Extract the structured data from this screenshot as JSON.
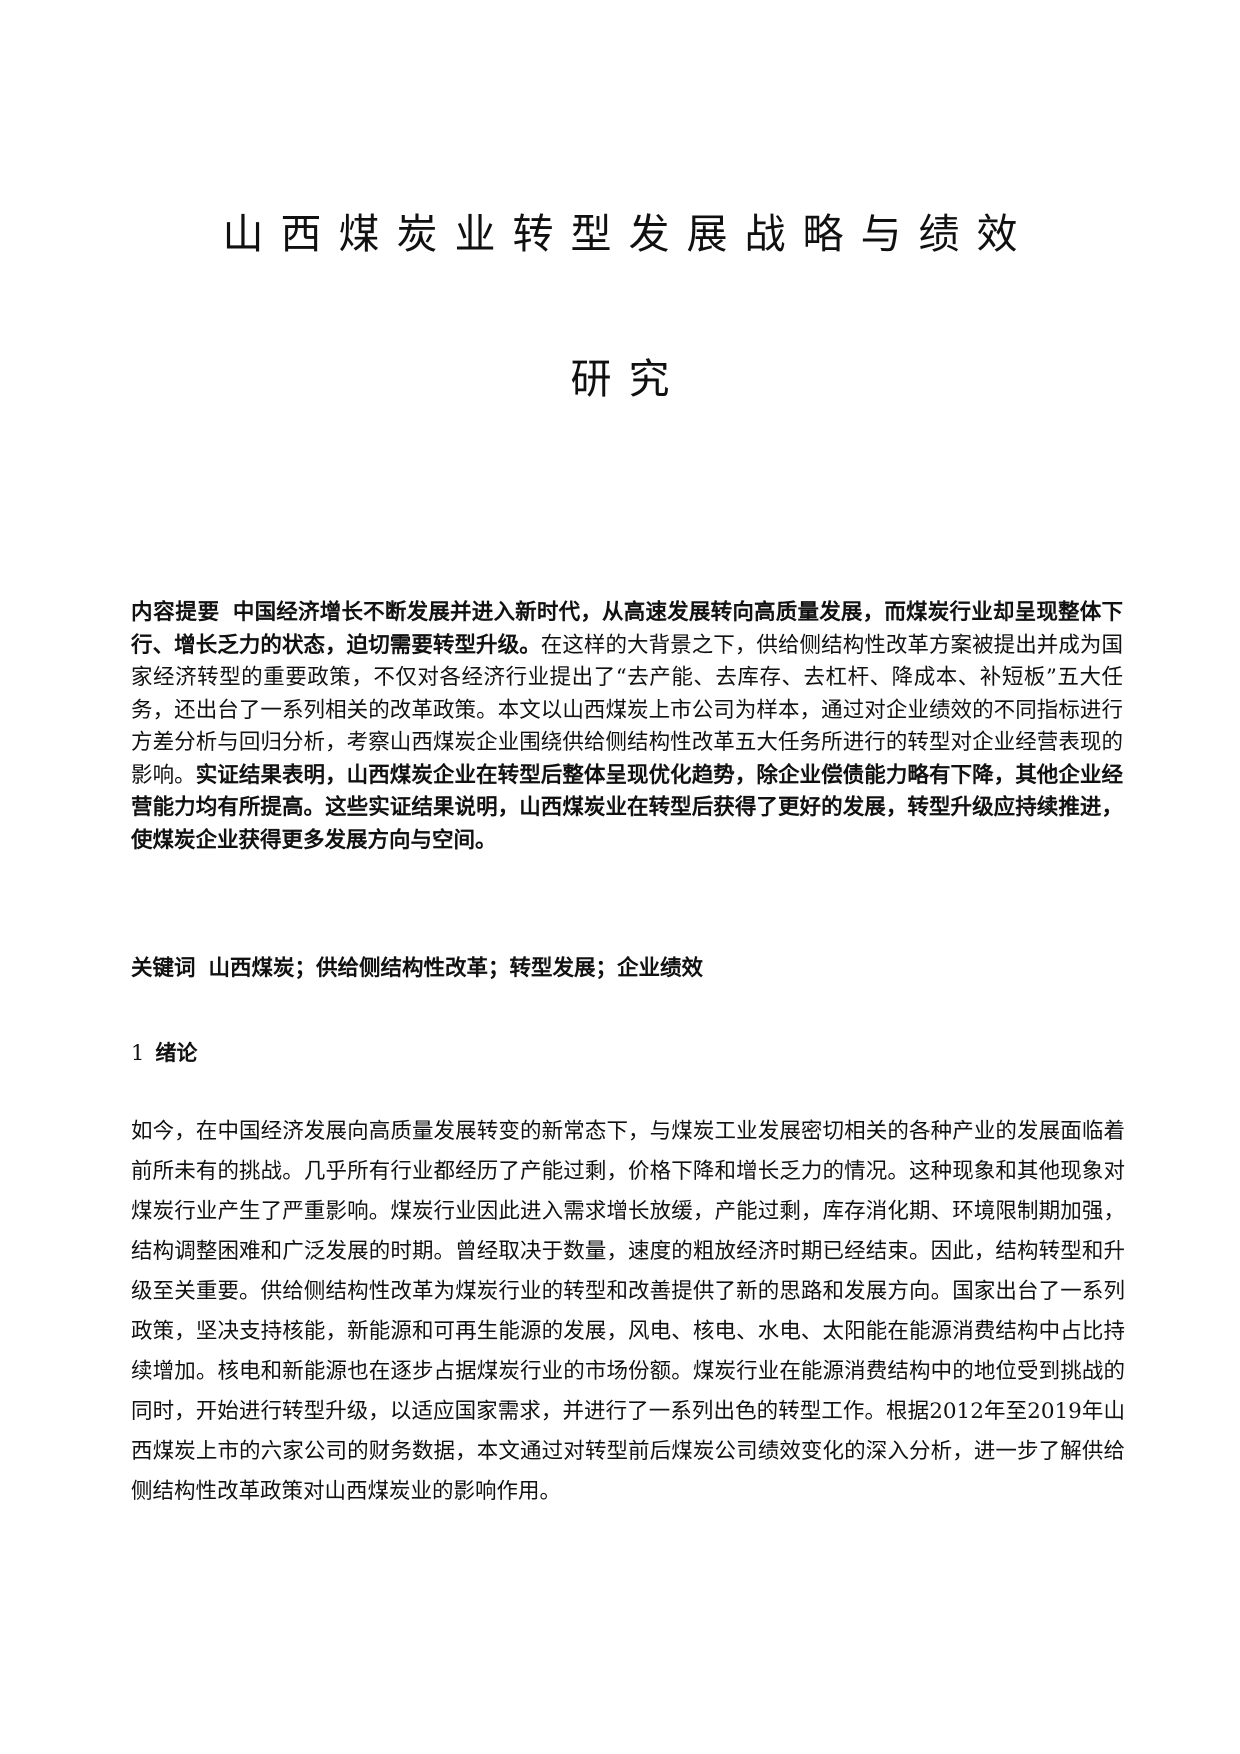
{
  "document": {
    "title_lines": [
      "山西煤炭业转型发展战略与绩效",
      "研究"
    ],
    "abstract": {
      "label": "内容提要",
      "bold_part_1": "中国经济增长不断发展并进入新时代，从高速发展转向高质量发展，而煤炭行业却呈现整体下行、增长乏力的状态，迫切需要转型升级。",
      "normal_part": "在这样的大背景之下，供给侧结构性改革方案被提出并成为国家经济转型的重要政策，不仅对各经济行业提出了“去产能、去库存、去杠杆、降成本、补短板”五大任务，还出台了一系列相关的改革政策。本文以山西煤炭上市公司为样本，通过对企业绩效的不同指标进行方差分析与回归分析，考察山西煤炭企业围绕供给侧结构性改革五大任务所进行的转型对企业经营表现的影响。",
      "bold_part_2": "实证结果表明，山西煤炭企业在转型后整体呈现优化趋势，除企业偿债能力略有下降，其他企业经营能力均有所提高。这些实证结果说明，山西煤炭业在转型后获得了更好的发展，转型升级应持续推进，使煤炭企业获得更多发展方向与空间。"
    },
    "keywords": {
      "label": "关键词",
      "value": "山西煤炭；供给侧结构性改革；转型发展；企业绩效"
    },
    "section": {
      "number": "1",
      "title": "绪论"
    },
    "body": {
      "paragraph_1": "如今，在中国经济发展向高质量发展转变的新常态下，与煤炭工业发展密切相关的各种产业的发展面临着前所未有的挑战。几乎所有行业都经历了产能过剩，价格下降和增长乏力的情况。这种现象和其他现象对煤炭行业产生了严重影响。煤炭行业因此进入需求增长放缓，产能过剩，库存消化期、环境限制期加强，结构调整困难和广泛发展的时期。曾经取决于数量，速度的粗放经济时期已经结束。因此，结构转型和升级至关重要。供给侧结构性改革为煤炭行业的转型和改善提供了新的思路和发展方向。国家出台了一系列政策，坚决支持核能，新能源和可再生能源的发展，风电、核电、水电、太阳能在能源消费结构中占比持续增加。核电和新能源也在逐步占据煤炭行业的市场份额。煤炭行业在能源消费结构中的地位受到挑战的同时，开始进行转型升级，以适应国家需求，并进行了一系列出色的转型工作。根据2012年至2019年山西煤炭上市的六家公司的财务数据，本文通过对转型前后煤炭公司绩效变化的深入分析，进一步了解供给侧结构性改革政策对山西煤炭业的影响作用。"
    }
  }
}
